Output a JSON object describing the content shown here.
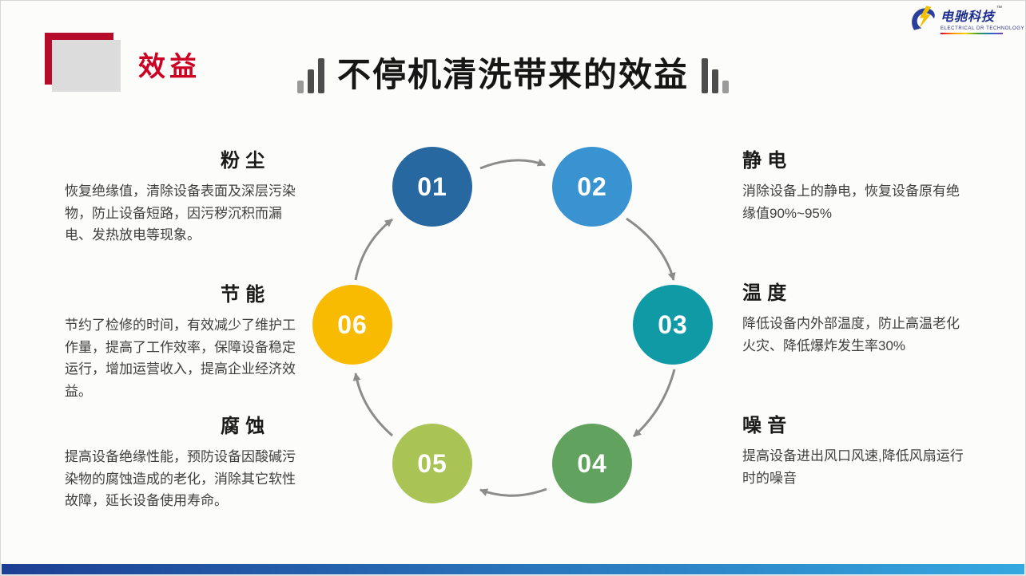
{
  "slide": {
    "section_tag": "效益",
    "title": "不停机清洗带来的效益",
    "accent_red_square": "#b60b2b",
    "accent_red_text": "#cc0022",
    "bottom_bar_colors": [
      "#1d3f94",
      "#35a8e0"
    ]
  },
  "logo": {
    "brand": "电驰科技",
    "trademark": "™",
    "tagline": "ELECTRICAL DR TECHNOLOGY",
    "brand_color": "#1b2d8e",
    "bolt_color": "#f3c000"
  },
  "cycle": {
    "arrow_color": "#8c8c8c",
    "items": [
      {
        "num": "01",
        "color": "#26689f"
      },
      {
        "num": "02",
        "color": "#3a93d1"
      },
      {
        "num": "03",
        "color": "#0f9aa5"
      },
      {
        "num": "04",
        "color": "#61a25e"
      },
      {
        "num": "05",
        "color": "#a9c454"
      },
      {
        "num": "06",
        "color": "#f9bb02"
      }
    ]
  },
  "benefits": {
    "left": [
      {
        "title": "粉尘",
        "body": "恢复绝缘值，清除设备表面及深层污染物，防止设备短路，因污秽沉积而漏电、发热放电等现象。"
      },
      {
        "title": "节能",
        "body": "节约了检修的时间，有效减少了维护工作量，提高了工作效率，保障设备稳定运行，增加运营收入，提高企业经济效益。"
      },
      {
        "title": "腐蚀",
        "body": "提高设备绝缘性能，预防设备因酸碱污染物的腐蚀造成的老化，消除其它软性故障，延长设备使用寿命。"
      }
    ],
    "right": [
      {
        "title": "静电",
        "body": "消除设备上的静电，恢复设备原有绝缘值90%~95%"
      },
      {
        "title": "温度",
        "body": "降低设备内外部温度，防止高温老化火灾、降低爆炸发生率30%"
      },
      {
        "title": "噪音",
        "body": "提高设备进出风口风速,降低风扇运行时的噪音"
      }
    ]
  }
}
